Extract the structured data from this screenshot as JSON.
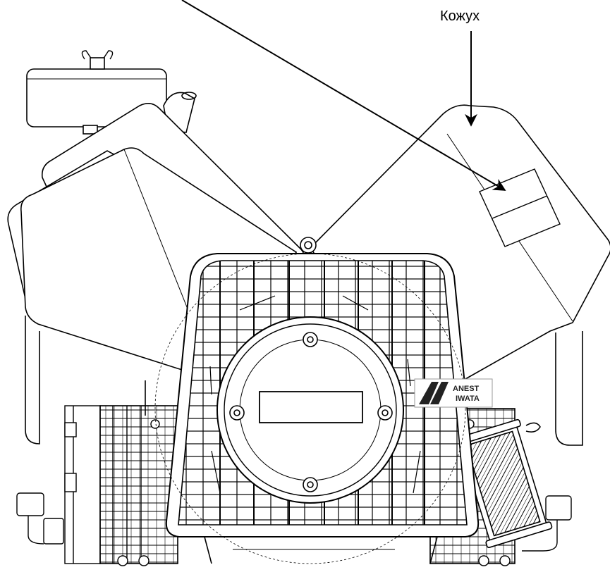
{
  "diagram": {
    "callout_label": "Кожух",
    "logo_text_line1": "ANEST",
    "logo_text_line2": "IWATA",
    "colors": {
      "line": "#000000",
      "background": "#ffffff"
    }
  }
}
